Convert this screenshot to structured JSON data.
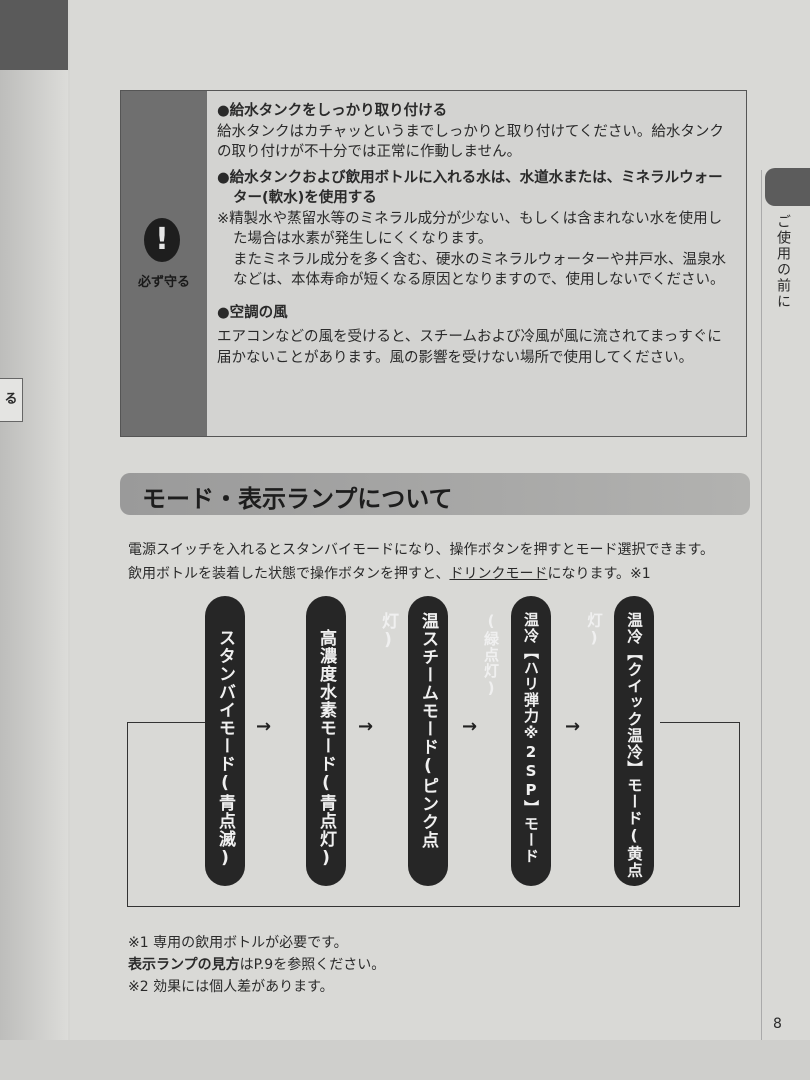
{
  "left_page": {
    "fragment": "る"
  },
  "warning_box": {
    "badge_label": "必ず守る",
    "icon": "exclamation-circle-icon",
    "items": [
      {
        "heading": "●給水タンクをしっかり取り付ける",
        "body": [
          "給水タンクはカチャッというまでしっかりと取り付けてください。給水タンクの取り付けが不十分では正常に作動しません。"
        ]
      },
      {
        "heading": "●給水タンクおよび飲用ボトルに入れる水は、水道水または、ミネラルウォーター(軟水)を使用する",
        "body": [
          "※精製水や蒸留水等のミネラル成分が少ない、もしくは含まれない水を使用した場合は水素が発生しにくくなります。",
          "またミネラル成分を多く含む、硬水のミネラルウォーターや井戸水、温泉水などは、本体寿命が短くなる原因となりますので、使用しないでください。"
        ]
      },
      {
        "heading": "●空調の風",
        "body": [
          "エアコンなどの風を受けると、スチームおよび冷風が風に流されてまっすぐに届かないことがあります。風の影響を受けない場所で使用してください。"
        ]
      }
    ]
  },
  "section": {
    "title": "モード・表示ランプについて",
    "intro_line1": "電源スイッチを入れるとスタンバイモードになり、操作ボタンを押すとモード選択できます。",
    "intro_line2_pre": "飲用ボトルを装着した状態で操作ボタンを押すと、",
    "intro_link": "ドリンクモード",
    "intro_line2_post": "になります。※1",
    "modes": [
      "スタンバイモード(青点滅)",
      "高濃度水素モード(青点灯)",
      "温スチームモード(ピンク点灯)",
      "温冷【ハリ弾力※2SP】モード(緑点灯)",
      "温冷【クイック温冷】モード(黄点灯)"
    ],
    "arrow": "→"
  },
  "notes": {
    "note1": "※1 専用の飲用ボトルが必要です。",
    "note2_bold": "表示ランプの見方",
    "note2_rest": "はP.9を参照ください。",
    "note3": "※2 効果には個人差があります。"
  },
  "side_tab": {
    "label": "ご使用の前に"
  },
  "page_number": "8"
}
